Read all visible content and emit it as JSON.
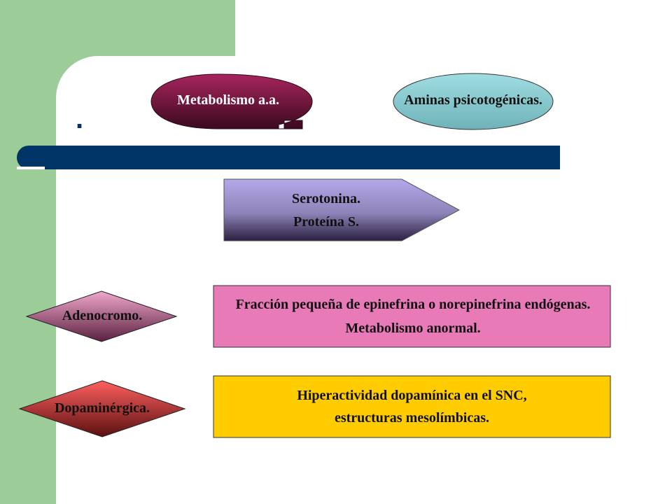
{
  "slide": {
    "bullet": ".",
    "colors": {
      "left_band": "#9ccc97",
      "title_bar": "#003366",
      "metabolismo_fill": "#8b1a4a",
      "aminas_fill": "#8ecdd3",
      "serotonina_fill": "#a89ad8",
      "adenocromo_fill": "#d891b5",
      "dopaminergica_fill": "#e05050",
      "fraccion_box_fill": "#e87ab8",
      "hiper_box_fill": "#ffcc00"
    }
  },
  "diagram": {
    "metabolismo": "Metabolismo a.a.",
    "aminas": "Aminas psicotogénicas.",
    "serotonina_line1": "Serotonina.",
    "serotonina_line2": "Proteína S.",
    "adenocromo": "Adenocromo.",
    "fraccion_line1": "Fracción pequeña de epinefrina o norepinefrina endógenas.",
    "fraccion_line2": "Metabolismo anormal.",
    "dopaminergica": "Dopaminérgica.",
    "hiper_line1": "Hiperactividad dopamínica en el SNC,",
    "hiper_line2": "estructuras mesolímbicas."
  }
}
